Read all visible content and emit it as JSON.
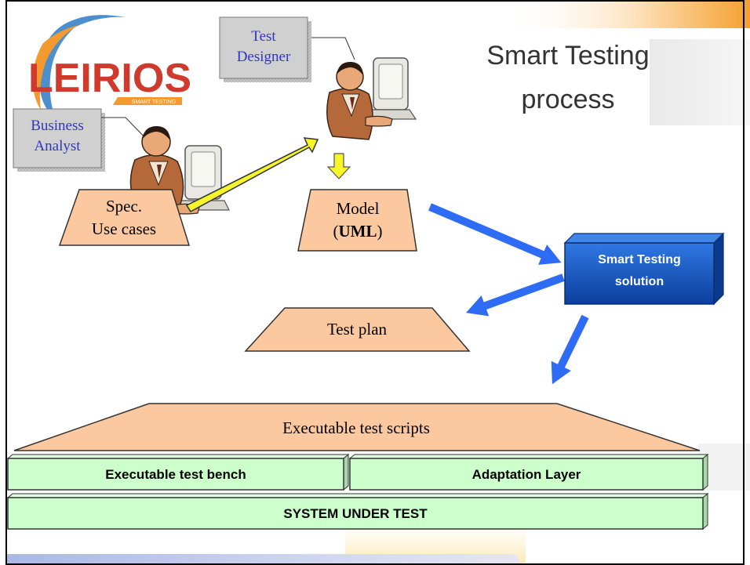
{
  "slide": {
    "title_line1": "Smart Testing",
    "title_line2": "process",
    "logo": {
      "text": "LEIRIOS",
      "tagline": "SMART TESTING"
    },
    "roles": {
      "test_designer_line1": "Test",
      "test_designer_line2": "Designer",
      "business_analyst_line1": "Business",
      "business_analyst_line2": "Analyst"
    },
    "artifacts": {
      "spec_line1": "Spec.",
      "spec_line2": "Use cases",
      "model_line1": "Model",
      "model_line2_prefix": "(",
      "model_line2_bold": "UML",
      "model_line2_suffix": ")",
      "test_plan": "Test plan",
      "executable_scripts": "Executable test scripts"
    },
    "solution": {
      "line1": "Smart Testing",
      "line2": "solution"
    },
    "layers": {
      "test_bench": "Executable test bench",
      "adaptation": "Adaptation Layer",
      "system_under_test": "SYSTEM UNDER TEST"
    },
    "colors": {
      "trapezoid_fill": "#fbc8a0",
      "layer_fill": "#ccffcc",
      "solution_fill": "#1a5bc4",
      "flow_arrow": "#2f6cf5",
      "yellow_arrow": "#f5f52a",
      "role_text": "#3333cc",
      "logo_orange": "#f29a30",
      "logo_red": "#d03a2c"
    }
  }
}
